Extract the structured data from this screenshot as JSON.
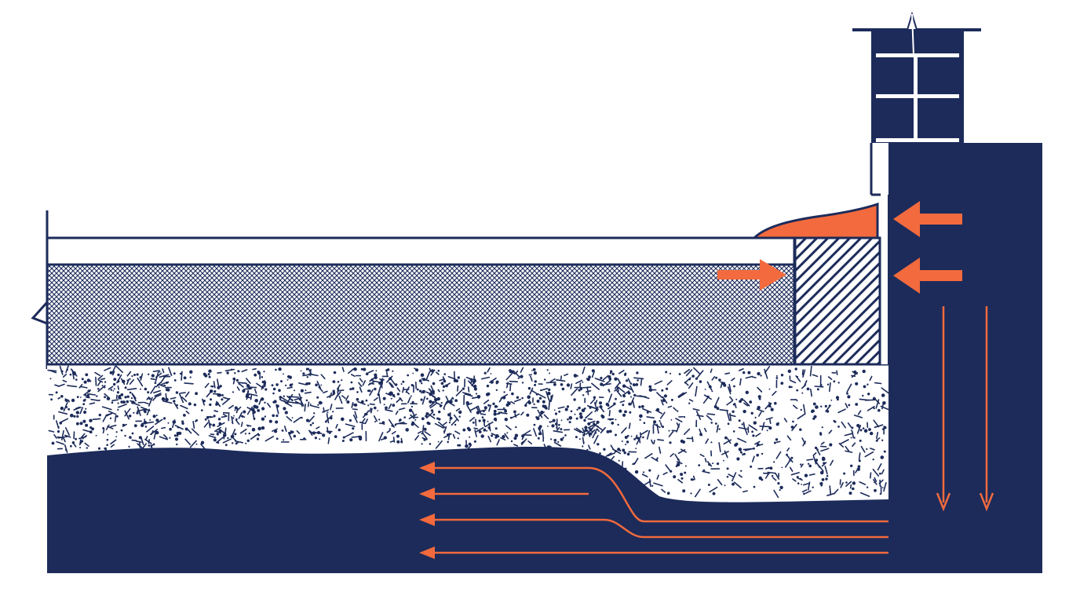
{
  "diagram": {
    "kind": "construction cross-section",
    "colors": {
      "navy": "#1c2b5a",
      "accent": "#f26a3d",
      "paper": "#ffffff"
    },
    "layers": [
      {
        "id": "floor-surface-layer",
        "pattern": "solid-white"
      },
      {
        "id": "screed-layer",
        "pattern": "crosshatch"
      },
      {
        "id": "insulation-sand-layer",
        "pattern": "speckle"
      },
      {
        "id": "ground-layer",
        "pattern": "solid-navy"
      },
      {
        "id": "edge-joint-block",
        "pattern": "diagonal-hatch"
      },
      {
        "id": "foundation-wall",
        "pattern": "solid-navy"
      },
      {
        "id": "brick-wall",
        "pattern": "brick"
      },
      {
        "id": "edge-seal-strip",
        "pattern": "solid-accent"
      }
    ],
    "arrows": [
      {
        "id": "screed-push-arrow",
        "direction": "right"
      },
      {
        "id": "wall-push-arrow-upper",
        "direction": "left"
      },
      {
        "id": "wall-push-arrow-lower",
        "direction": "left"
      },
      {
        "id": "wall-down-arrow-1",
        "direction": "down"
      },
      {
        "id": "wall-down-arrow-2",
        "direction": "down"
      },
      {
        "id": "ground-flow-arrow-1",
        "direction": "left"
      },
      {
        "id": "ground-flow-arrow-2",
        "direction": "left"
      },
      {
        "id": "ground-flow-arrow-3",
        "direction": "left"
      },
      {
        "id": "ground-flow-arrow-4",
        "direction": "left"
      }
    ]
  }
}
